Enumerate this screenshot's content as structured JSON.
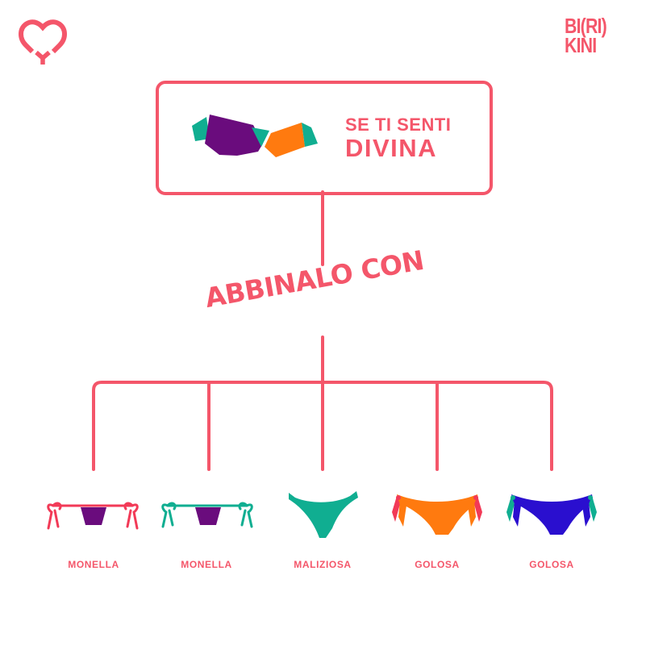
{
  "brand": {
    "logo_left_icon": "heart-y-icon",
    "logo_right_line1": "BI(RI)",
    "logo_right_line2": "KINI"
  },
  "colors": {
    "accent": "#f4566a",
    "purple": "#6a0c7d",
    "orange": "#ff7a0f",
    "teal": "#10ae91",
    "blue": "#2a0fcf",
    "red_tie": "#f23a57"
  },
  "top_card": {
    "image": "bandeau-top-purple-orange-teal",
    "line1": "SE TI SENTI",
    "line2": "DIVINA"
  },
  "connector_label": "ABBINALO CON",
  "items": [
    {
      "label": "MONELLA",
      "image": "tie-side-bottom-pink-purple"
    },
    {
      "label": "MONELLA",
      "image": "tie-side-bottom-teal-purple"
    },
    {
      "label": "MALIZIOSA",
      "image": "brazilian-bottom-teal"
    },
    {
      "label": "GOLOSA",
      "image": "tie-side-bottom-orange-pink"
    },
    {
      "label": "GOLOSA",
      "image": "tie-side-bottom-blue-teal"
    }
  ]
}
